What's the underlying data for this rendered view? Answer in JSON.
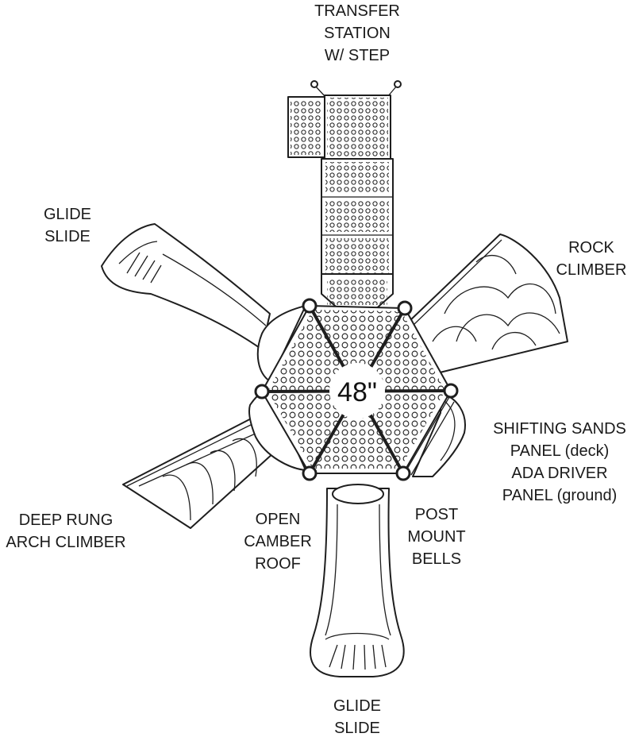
{
  "labels": {
    "transfer_station": [
      "TRANSFER",
      "STATION",
      "W/ STEP"
    ],
    "glide_slide_left": [
      "GLIDE",
      "SLIDE"
    ],
    "rock_climber": [
      "ROCK",
      "CLIMBER"
    ],
    "shifting_sands": [
      "SHIFTING SANDS",
      "PANEL (deck)",
      "ADA DRIVER",
      "PANEL (ground)"
    ],
    "deep_rung": [
      "DEEP RUNG",
      "ARCH CLIMBER"
    ],
    "open_camber": [
      "OPEN",
      "CAMBER",
      "ROOF"
    ],
    "post_mount": [
      "POST",
      "MOUNT",
      "BELLS"
    ],
    "glide_slide_bottom": [
      "GLIDE",
      "SLIDE"
    ]
  },
  "deck_height": "48\"",
  "colors": {
    "ink": "#1e1e1e",
    "paper": "#ffffff"
  }
}
